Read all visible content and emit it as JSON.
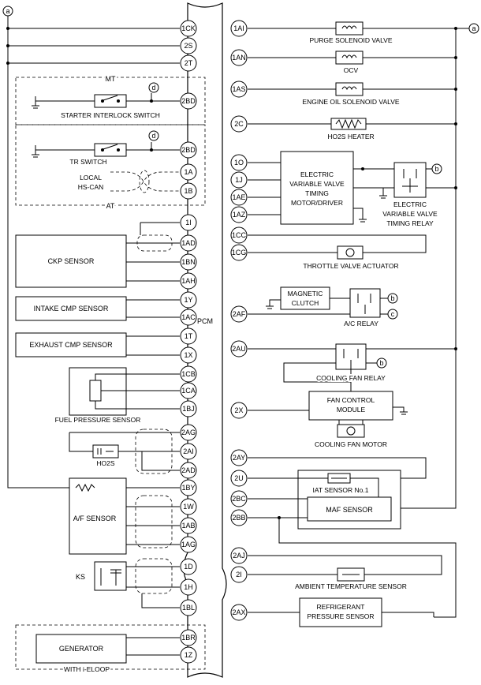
{
  "pcm_label": "PCM",
  "left_pins": [
    "1CK",
    "2S",
    "2T",
    "2BD",
    "2BD",
    "1A",
    "1B",
    "1I",
    "1AD",
    "1BN",
    "1AH",
    "1Y",
    "1AC",
    "1T",
    "1X",
    "1CB",
    "1CA",
    "1BJ",
    "2AG",
    "2AI",
    "2AD",
    "1BY",
    "1W",
    "1AB",
    "1AG",
    "1D",
    "1H",
    "1BL",
    "1BR",
    "1Z"
  ],
  "right_pins": [
    "1AI",
    "1AN",
    "1AS",
    "2C",
    "1O",
    "1J",
    "1AE",
    "1AZ",
    "1CC",
    "1CG",
    "2AF",
    "2AU",
    "2X",
    "2AY",
    "2U",
    "2BC",
    "2BB",
    "2AJ",
    "2I",
    "2AX"
  ],
  "connector_tags": {
    "a": "a",
    "b": "b",
    "c": "c",
    "d": "d"
  },
  "groups": {
    "mt": "MT",
    "at": "AT",
    "with_ieloop": "WITH i-ELOOP"
  },
  "left_components": {
    "starter_interlock_switch": "STARTER INTERLOCK SWITCH",
    "tr_switch": "TR SWITCH",
    "local_hs_can_line1": "LOCAL",
    "local_hs_can_line2": "HS-CAN",
    "ckp_sensor": "CKP SENSOR",
    "intake_cmp_sensor": "INTAKE CMP SENSOR",
    "exhaust_cmp_sensor": "EXHAUST CMP SENSOR",
    "fuel_pressure_sensor": "FUEL PRESSURE SENSOR",
    "ho2s": "HO2S",
    "af_sensor": "A/F SENSOR",
    "ks": "KS",
    "generator": "GENERATOR"
  },
  "right_components": {
    "purge_solenoid_valve": "PURGE SOLENOID VALVE",
    "ocv": "OCV",
    "engine_oil_solenoid_valve": "ENGINE OIL SOLENOID VALVE",
    "ho2s_heater": "HO2S HEATER",
    "evvt_driver_line1": "ELECTRIC",
    "evvt_driver_line2": "VARIABLE VALVE",
    "evvt_driver_line3": "TIMING",
    "evvt_driver_line4": "MOTOR/DRIVER",
    "evvt_relay_line1": "ELECTRIC",
    "evvt_relay_line2": "VARIABLE VALVE",
    "evvt_relay_line3": "TIMING RELAY",
    "throttle_valve_actuator": "THROTTLE VALVE ACTUATOR",
    "magnetic_clutch_line1": "MAGNETIC",
    "magnetic_clutch_line2": "CLUTCH",
    "ac_relay": "A/C RELAY",
    "cooling_fan_relay": "COOLING FAN RELAY",
    "fan_control_module_line1": "FAN CONTROL",
    "fan_control_module_line2": "MODULE",
    "cooling_fan_motor": "COOLING FAN MOTOR",
    "iat_sensor_no1": "IAT SENSOR No.1",
    "maf_sensor": "MAF SENSOR",
    "ambient_temperature_sensor": "AMBIENT TEMPERATURE SENSOR",
    "refrigerant_pressure_sensor_line1": "REFRIGERANT",
    "refrigerant_pressure_sensor_line2": "PRESSURE SENSOR"
  }
}
